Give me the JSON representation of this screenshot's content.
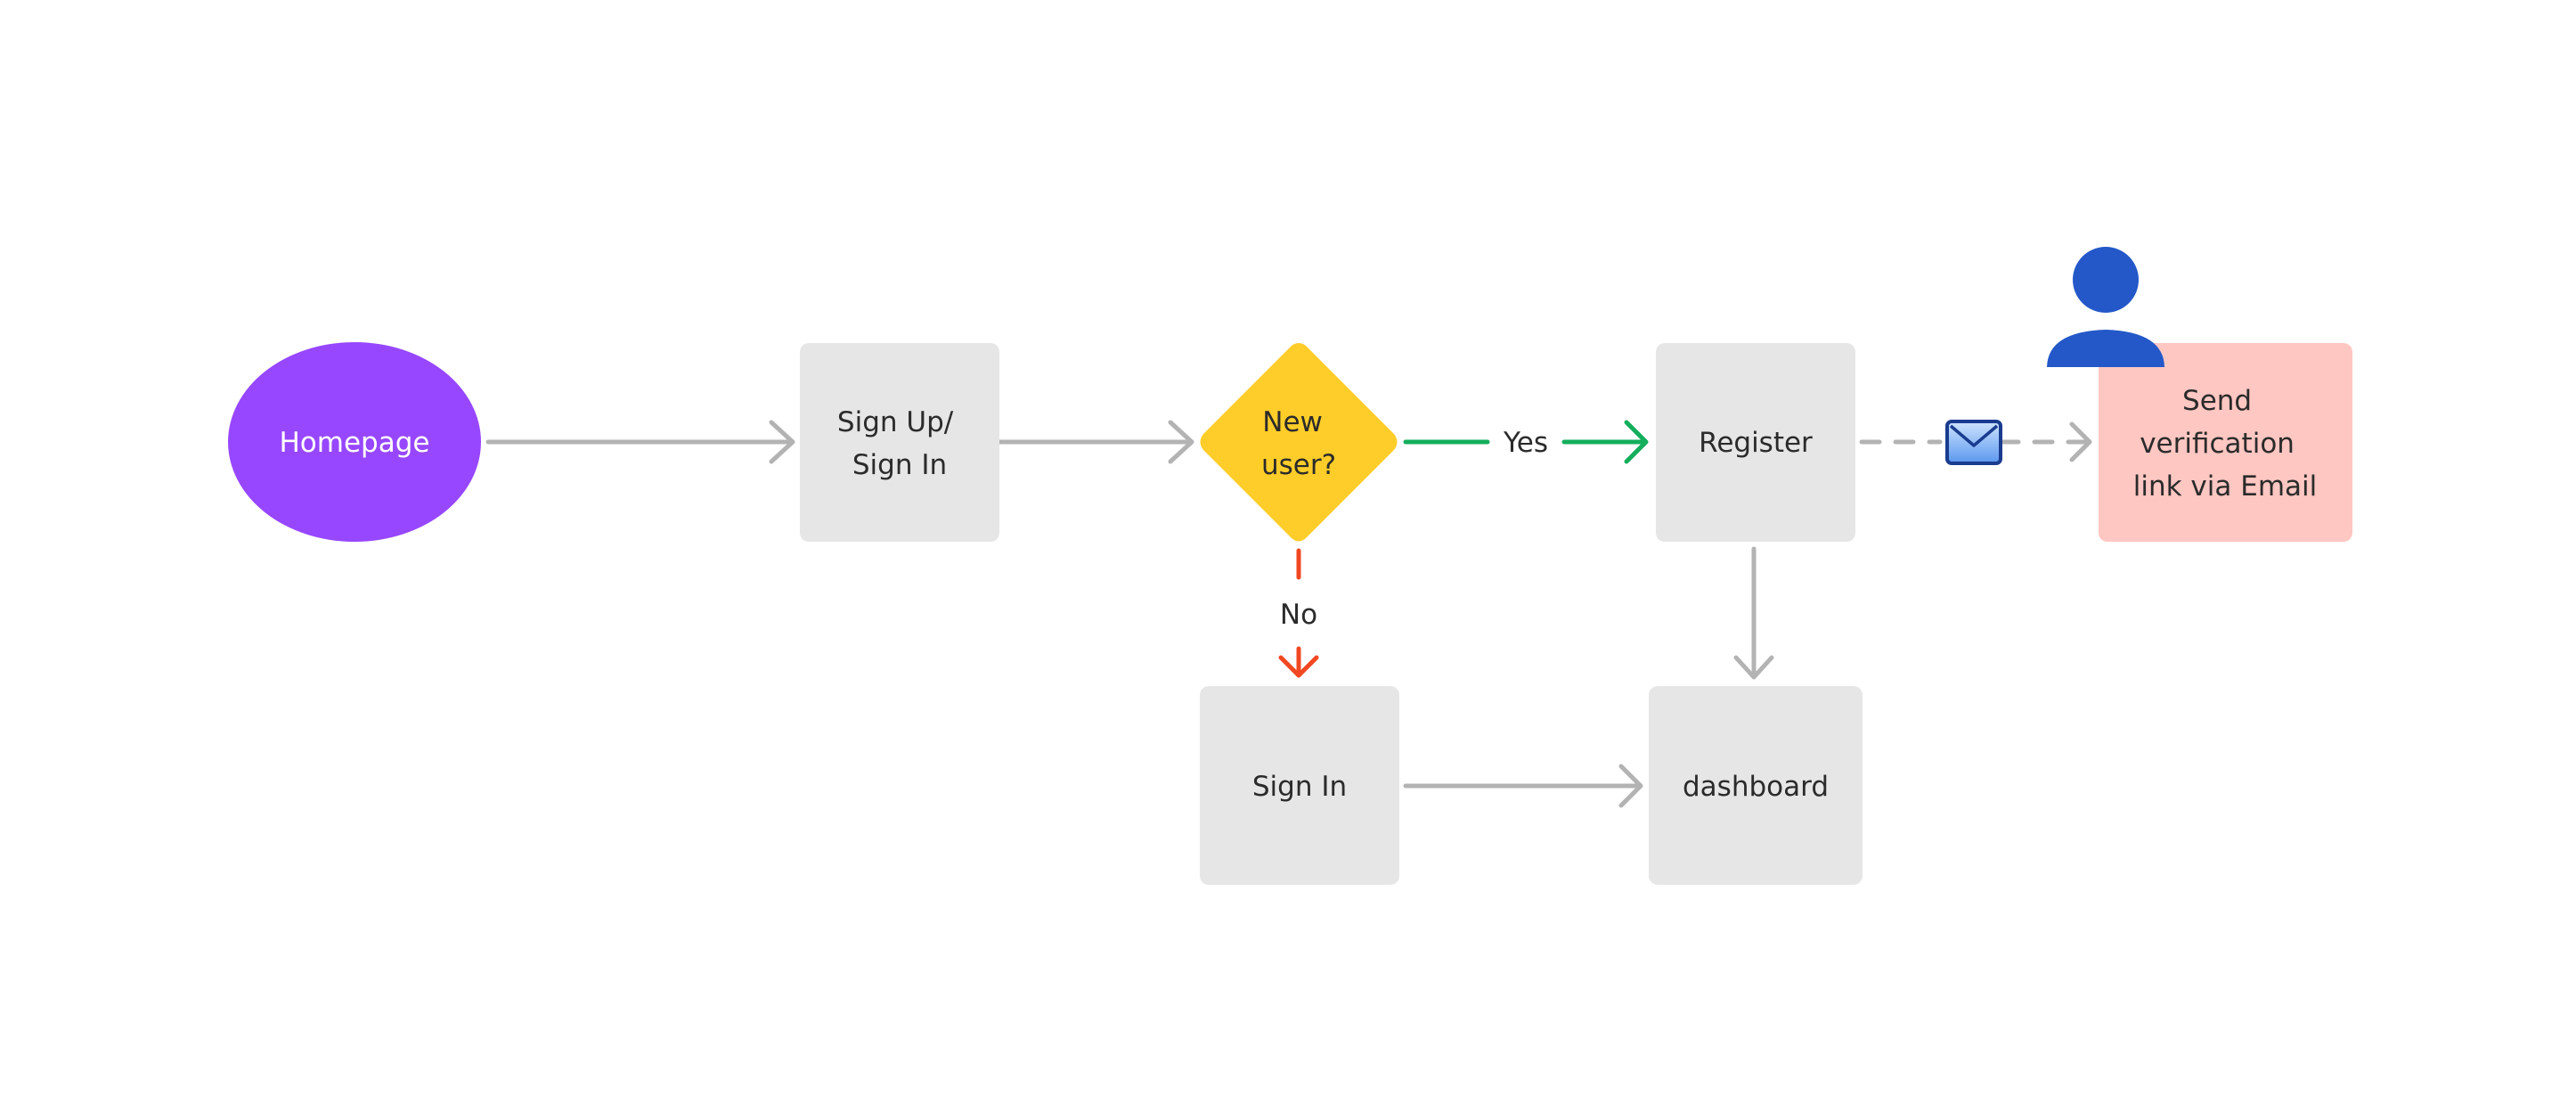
{
  "nodes": {
    "homepage": {
      "label": "Homepage"
    },
    "signup_signin": {
      "label_lines": [
        "Sign Up/",
        "Sign In"
      ]
    },
    "new_user_decision": {
      "label_lines": [
        "New",
        "user?"
      ]
    },
    "register": {
      "label": "Register"
    },
    "send_verification": {
      "label_lines": [
        "Send",
        "verification",
        "link via Email"
      ]
    },
    "sign_in": {
      "label": "Sign In"
    },
    "dashboard": {
      "label": "dashboard"
    }
  },
  "edges": {
    "yes_label": "Yes",
    "no_label": "No"
  },
  "icons": {
    "user": "user-icon",
    "email": "envelope-icon"
  },
  "colors": {
    "homepage_fill": "#9747ff",
    "decision_fill": "#ffcd29",
    "box_fill": "#e6e6e6",
    "verification_fill": "#ffc7c2",
    "arrow_gray": "#b3b3b3",
    "yes_green": "#14ae5c",
    "no_red": "#f24822",
    "user_blue": "#2458c8"
  }
}
